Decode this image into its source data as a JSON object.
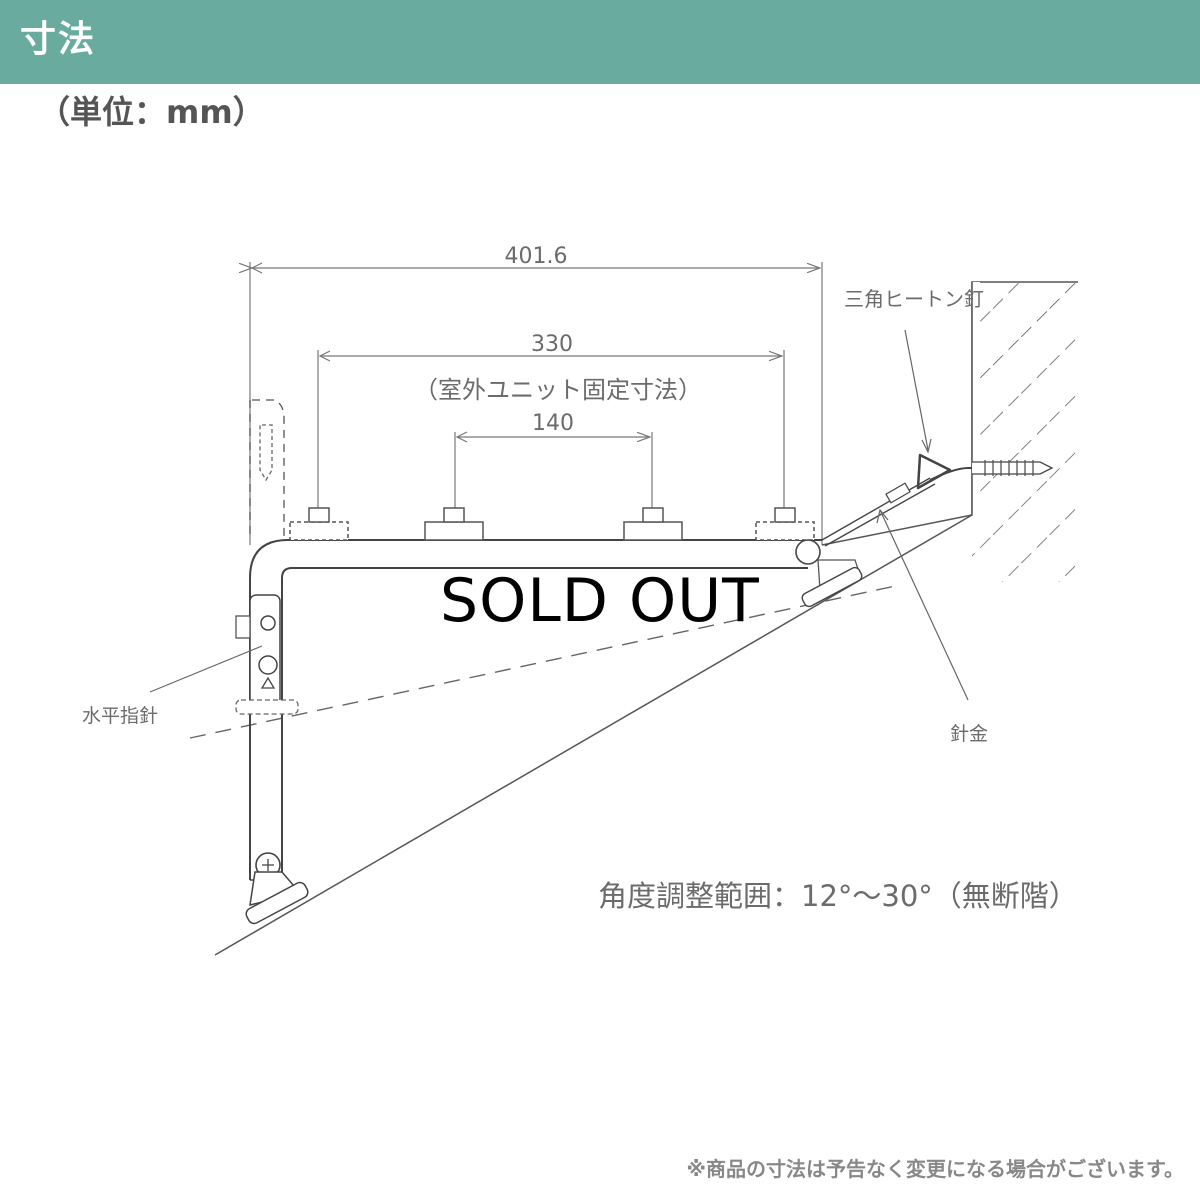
{
  "header": {
    "title": "寸法",
    "bg_color": "#6aab9f"
  },
  "unit_label": "（単位：mm）",
  "diagram": {
    "dimensions": {
      "overall": "401.6",
      "mount": "330",
      "mount_note": "（室外ユニット固定寸法）",
      "inner": "140"
    },
    "callouts": {
      "triangle_nail": "三角ヒートン釘",
      "level_indicator": "水平指針",
      "wire": "針金"
    },
    "angle_range": "角度調整範囲：12°～30°（無断階）",
    "line_color": "#555555"
  },
  "overlay": {
    "sold_out": "SOLD OUT"
  },
  "footnote": "※商品の寸法は予告なく変更になる場合がございます。"
}
